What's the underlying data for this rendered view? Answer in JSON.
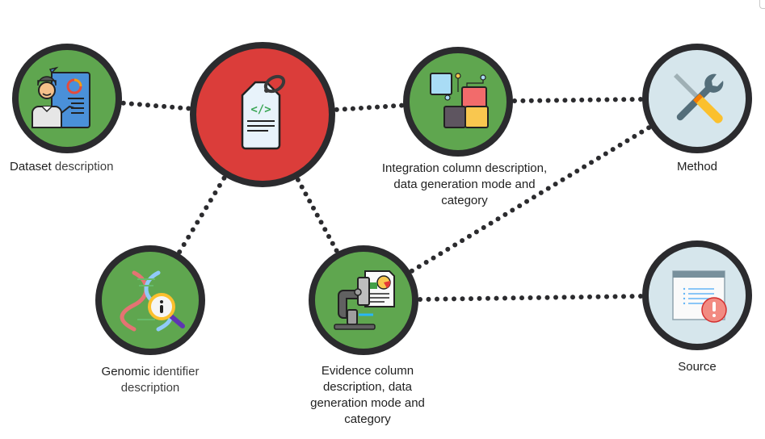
{
  "diagram": {
    "nodes": [
      {
        "id": "dataset",
        "label_primary": "Dataset",
        "label_secondary": "description",
        "fill": "#5fa64f",
        "icon": "presenter-document-icon"
      },
      {
        "id": "tag",
        "label_primary": "",
        "label_secondary": "",
        "fill": "#db3d3a",
        "icon": "code-tag-icon"
      },
      {
        "id": "integration",
        "label_primary": "Integration column description,",
        "label_line2": "data generation mode and",
        "label_line3": "category",
        "fill": "#5fa64f",
        "icon": "puzzle-icon"
      },
      {
        "id": "method",
        "label_primary": "Method",
        "fill": "#d6e6ec",
        "icon": "tools-icon"
      },
      {
        "id": "genomic",
        "label_primary": "Genomic",
        "label_secondary": "identifier",
        "label_line2": "description",
        "fill": "#5fa64f",
        "icon": "dna-magnifier-icon"
      },
      {
        "id": "evidence",
        "label_primary": "Evidence column",
        "label_line2": "description, data",
        "label_line3": "generation mode and",
        "label_line4": "category",
        "fill": "#5fa64f",
        "icon": "microscope-report-icon"
      },
      {
        "id": "source",
        "label_primary": "Source",
        "fill": "#d6e6ec",
        "icon": "window-alert-icon"
      }
    ],
    "edges": [
      {
        "from": "dataset",
        "to": "tag"
      },
      {
        "from": "tag",
        "to": "integration"
      },
      {
        "from": "integration",
        "to": "method"
      },
      {
        "from": "tag",
        "to": "genomic"
      },
      {
        "from": "tag",
        "to": "evidence"
      },
      {
        "from": "evidence",
        "to": "method"
      },
      {
        "from": "evidence",
        "to": "source"
      }
    ],
    "colors": {
      "ring": "#2b2b2e",
      "green": "#5fa64f",
      "red": "#db3d3a",
      "pale": "#d6e6ec",
      "dot": "#2b2b2e"
    }
  }
}
